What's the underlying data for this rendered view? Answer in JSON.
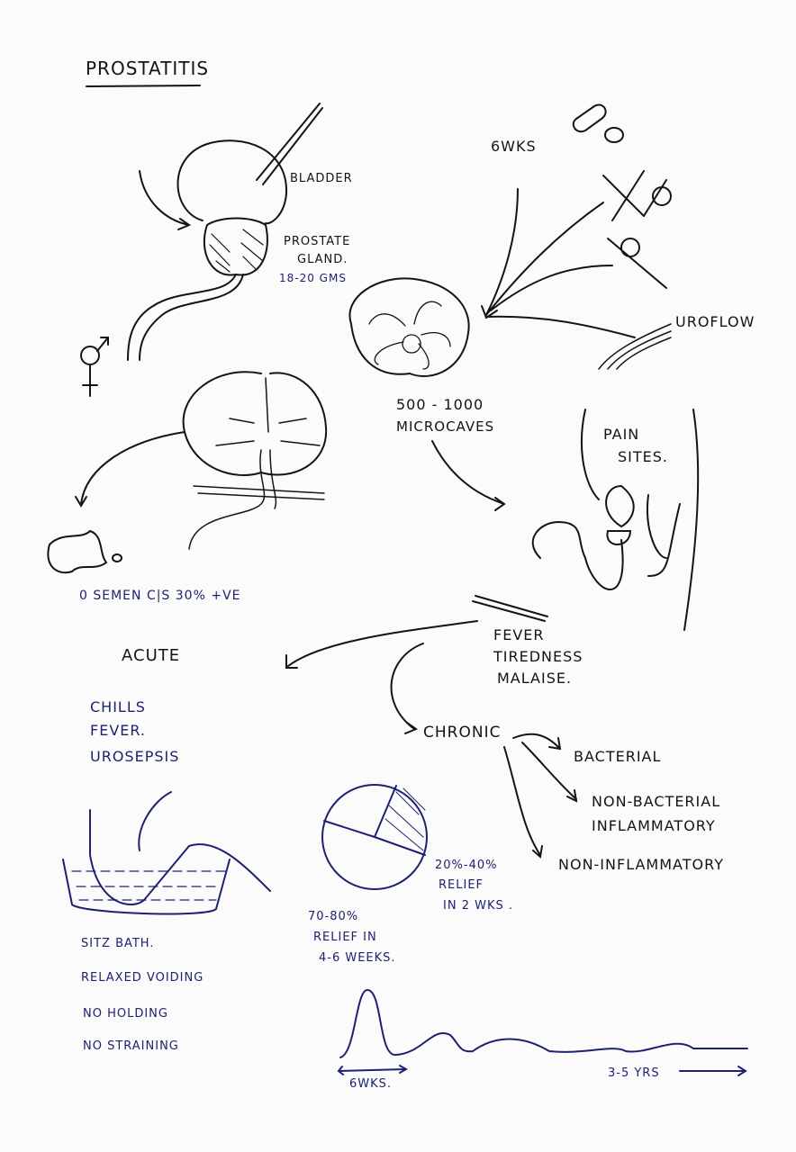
{
  "title": "PROSTATITIS",
  "labels": {
    "bladder": "BLADDER",
    "prostate_1": "PROSTATE",
    "prostate_2": "GLAND.",
    "weight": "18-20 GMS",
    "six_wks": "6WKS",
    "uroflow": "UROFLOW",
    "micro_1": "500 - 1000",
    "micro_2": "MICROCAVES",
    "pain_1": "PAIN",
    "pain_2": "SITES.",
    "semen": "0  SEMEN C|S  30% +VE",
    "fever": "FEVER",
    "tiredness": "TIREDNESS",
    "malaise": "MALAISE.",
    "acute": "ACUTE",
    "acute_items": [
      "CHILLS",
      "FEVER.",
      "UROSEPSIS"
    ],
    "chronic": "CHRONIC",
    "bacterial": "BACTERIAL",
    "nonbact_1": "NON-BACTERIAL",
    "nonbact_2": "INFLAMMATORY",
    "noninfl": "NON-INFLAMMATORY",
    "relief2_1": "20%-40%",
    "relief2_2": "RELIEF",
    "relief2_3": "IN 2 WKS .",
    "relief6_1": "70-80%",
    "relief6_2": "RELIEF IN",
    "relief6_3": "4-6 WEEKS.",
    "treatment": [
      "SITZ BATH.",
      "RELAXED VOIDING",
      "NO HOLDING",
      "NO STRAINING"
    ],
    "timeline_start": "6WKS.",
    "timeline_end": "3-5 YRS"
  },
  "colors": {
    "ink_blue": "#1d2270",
    "ink_black": "#141414"
  }
}
